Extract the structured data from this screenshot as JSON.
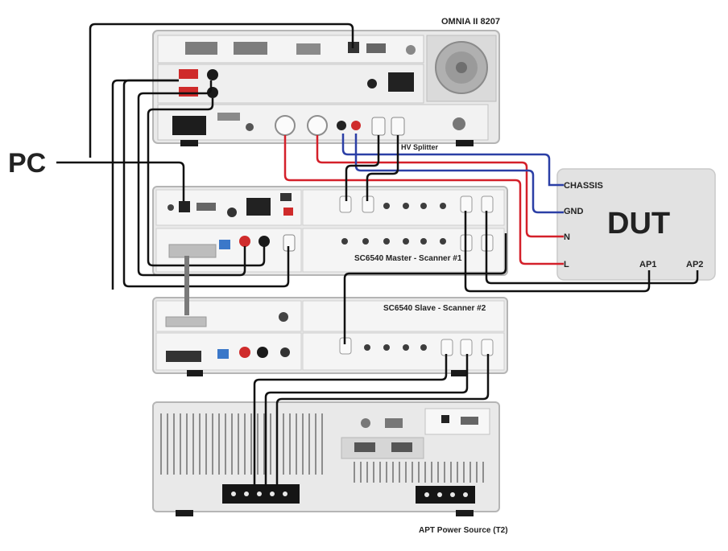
{
  "labels": {
    "pc": "PC",
    "omnia": "OMNIA II 8207",
    "hv_splitter": "HV Splitter",
    "dut": "DUT",
    "chassis": "CHASSIS",
    "gnd": "GND",
    "n": "N",
    "l": "L",
    "ap1": "AP1",
    "ap2": "AP2",
    "master": "SC6540 Master - Scanner #1",
    "slave": "SC6540 Slave - Scanner #2",
    "apt": "APT Power Source (T2)"
  },
  "colors": {
    "wire_black": "#111111",
    "wire_red": "#d4202a",
    "wire_blue": "#2b3fa6",
    "panel": "#ececec",
    "panel_edge": "#b8b8b8",
    "dut_box": "#e2e2e2"
  }
}
